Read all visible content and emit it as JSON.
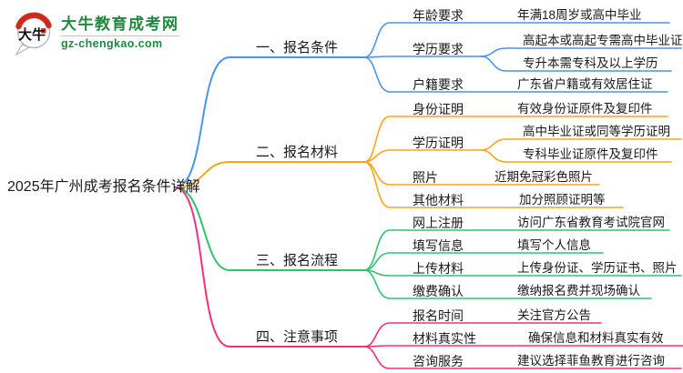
{
  "logo": {
    "icon_text": "大牛",
    "site_name": "大牛教育成考网",
    "site_url": "gz-chengkao.com",
    "brand_green": "#1f8a3d",
    "accent_red": "#cf2a1e"
  },
  "root": {
    "title": "2025年广州成考报名条件详解"
  },
  "branches": [
    {
      "label": "一、报名条件",
      "color": "#4a94ec",
      "children": [
        {
          "label": "年龄要求",
          "values": [
            "年满18周岁或高中毕业"
          ]
        },
        {
          "label": "学历要求",
          "values": [
            "高起本或高起专需高中毕业证",
            "专升本需专科及以上学历"
          ]
        },
        {
          "label": "户籍要求",
          "values": [
            "广东省户籍或有效居住证"
          ]
        }
      ]
    },
    {
      "label": "二、报名材料",
      "color": "#faa41b",
      "children": [
        {
          "label": "身份证明",
          "values": [
            "有效身份证原件及复印件"
          ]
        },
        {
          "label": "学历证明",
          "values": [
            "高中毕业证或同等学历证明",
            "专科毕业证原件及复印件"
          ]
        },
        {
          "label": "照片",
          "values": [
            "近期免冠彩色照片"
          ]
        },
        {
          "label": "其他材料",
          "values": [
            "加分照顾证明等"
          ]
        }
      ]
    },
    {
      "label": "三、报名流程",
      "color": "#2cc56e",
      "children": [
        {
          "label": "网上注册",
          "values": [
            "访问广东省教育考试院官网"
          ]
        },
        {
          "label": "填写信息",
          "values": [
            "填写个人信息"
          ]
        },
        {
          "label": "上传材料",
          "values": [
            "上传身份证、学历证书、照片"
          ]
        },
        {
          "label": "缴费确认",
          "values": [
            "缴纳报名费并现场确认"
          ]
        }
      ]
    },
    {
      "label": "四、注意事项",
      "color": "#f0307d",
      "children": [
        {
          "label": "报名时间",
          "values": [
            "关注官方公告"
          ]
        },
        {
          "label": "材料真实性",
          "values": [
            "确保信息和材料真实有效"
          ]
        },
        {
          "label": "咨询服务",
          "values": [
            "建议选择菲鱼教育进行咨询"
          ]
        }
      ]
    }
  ]
}
